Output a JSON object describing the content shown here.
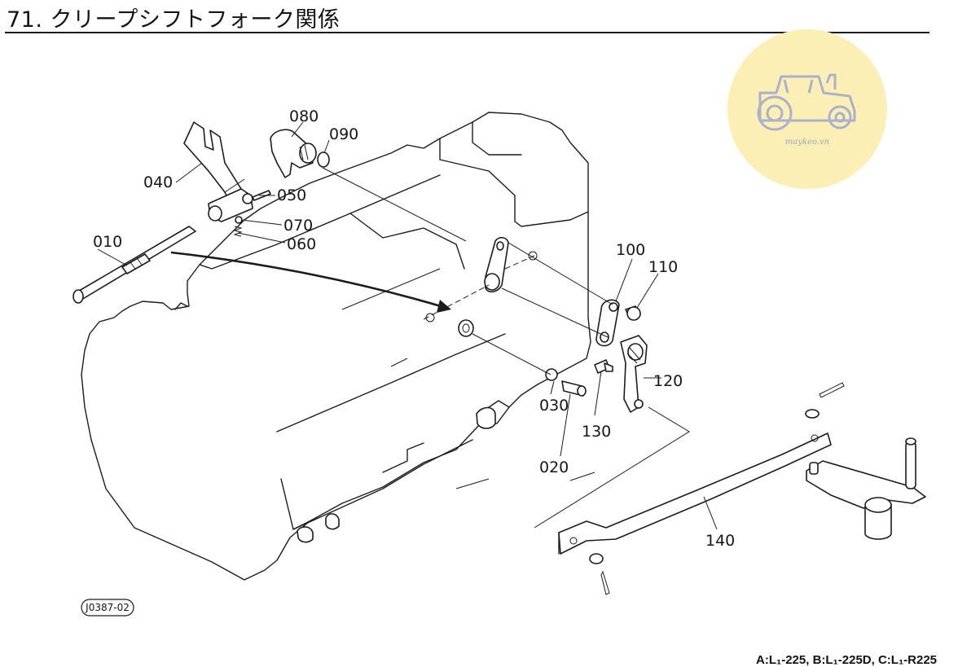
{
  "header": {
    "title": "71. クリープシフトフォーク関係"
  },
  "watermark": {
    "icon": "tractor-icon",
    "text": "maykeo.vn",
    "color": "#fbefb5"
  },
  "diagram": {
    "reference_code": "J0387-02",
    "part_labels": {
      "p010": "010",
      "p020": "020",
      "p030": "030",
      "p040": "040",
      "p050": "050",
      "p060": "060",
      "p070": "070",
      "p080": "080",
      "p090": "090",
      "p100": "100",
      "p110": "110",
      "p120": "120",
      "p130": "130",
      "p140": "140"
    }
  },
  "footer": {
    "models": "A:L₁-225, B:L₁-225D, C:L₁-R225"
  }
}
